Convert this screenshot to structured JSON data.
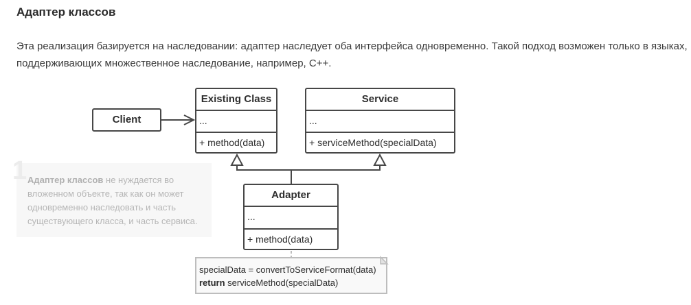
{
  "heading": "Адаптер классов",
  "intro": "Эта реализация базируется на наследовании: адаптер наследует оба интерфейса одновременно. Такой подход возможен только в языках, поддерживающих множественное наследование, например, C++.",
  "note": {
    "number": "1",
    "bold": "Адаптер классов",
    "text": " не нуждается во вложенном объекте, так как он может одновременно наследовать и часть существующего класса, и часть сервиса."
  },
  "diagram": {
    "client": {
      "name": "Client"
    },
    "existing_class": {
      "name": "Existing Class",
      "fields": "...",
      "method": "+ method(data)"
    },
    "service": {
      "name": "Service",
      "fields": "...",
      "method": "+ serviceMethod(specialData)"
    },
    "adapter": {
      "name": "Adapter",
      "fields": "...",
      "method": "+ method(data)"
    },
    "code_note": {
      "line1": "specialData = convertToServiceFormat(data)",
      "line2_keyword": "return",
      "line2_rest": " serviceMethod(specialData)"
    }
  }
}
